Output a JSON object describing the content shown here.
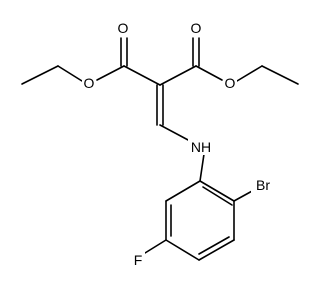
{
  "molecule": {
    "atoms": {
      "o_carbonyl_left": "O",
      "o_carbonyl_right": "O",
      "o_ester_left": "O",
      "o_ester_right": "O",
      "nh": "NH",
      "br": "Br",
      "f": "F"
    }
  }
}
